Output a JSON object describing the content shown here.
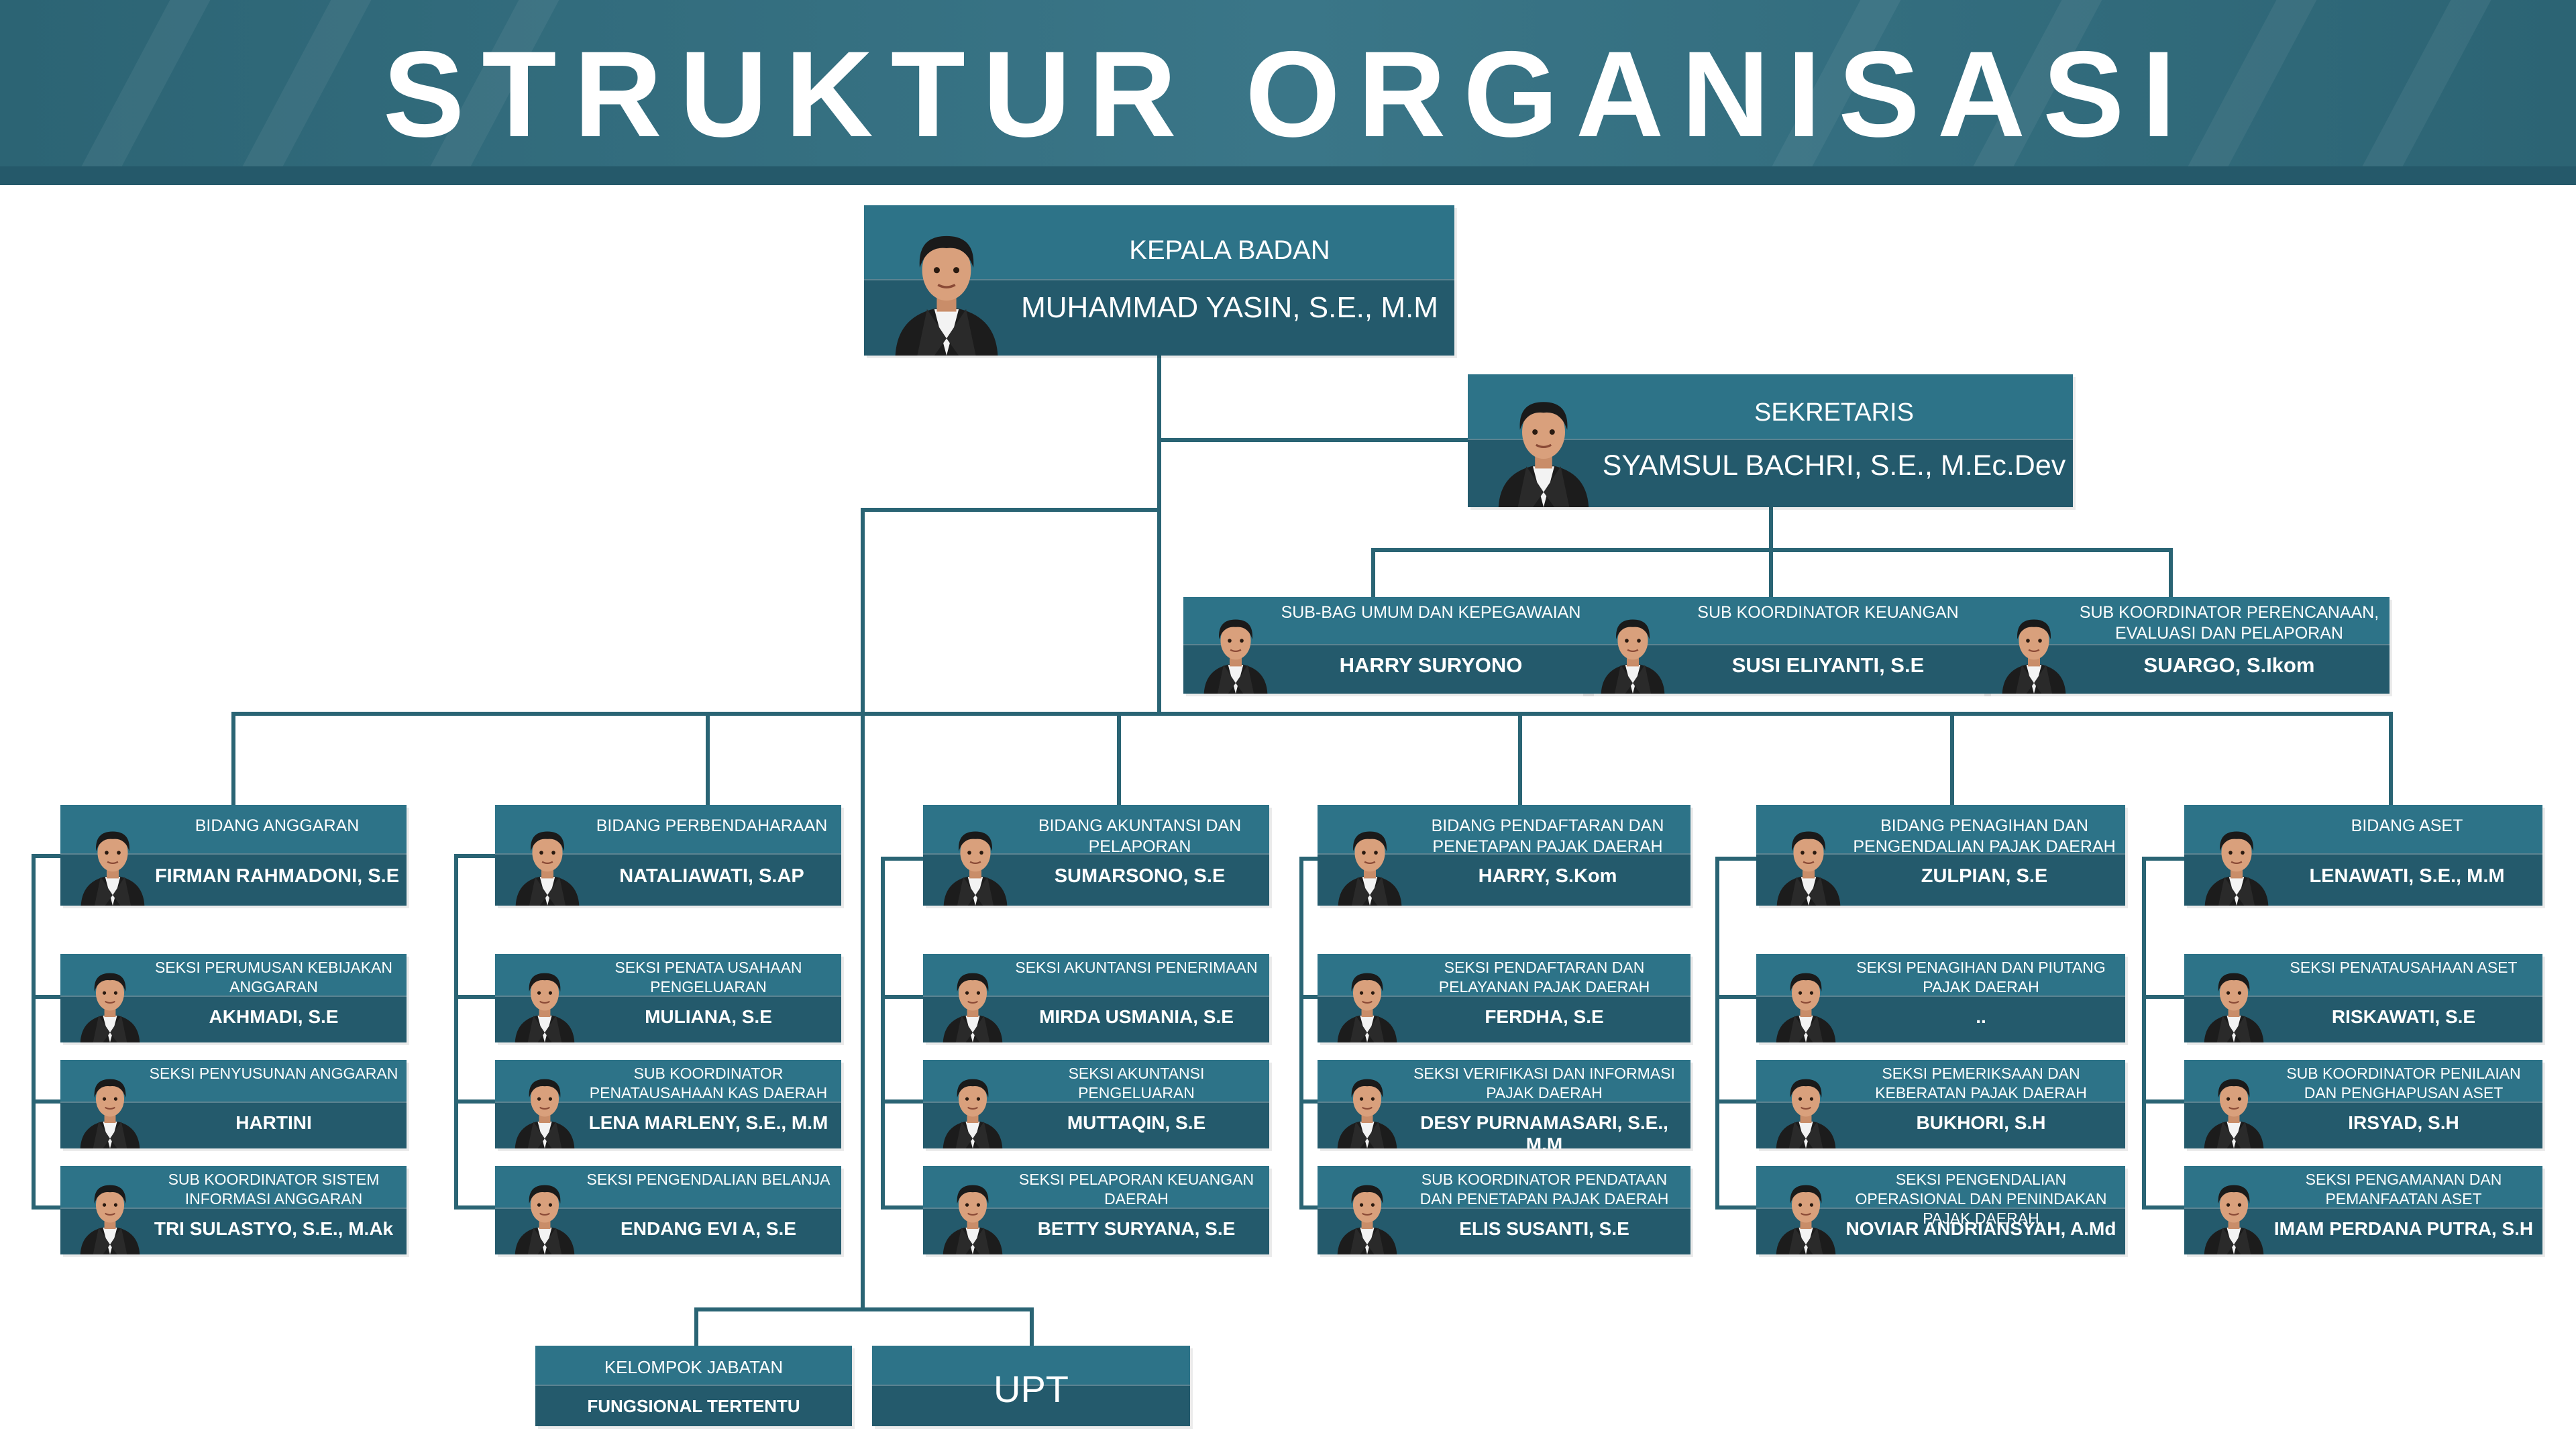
{
  "header": {
    "title": "STRUKTUR ORGANISASI"
  },
  "head": {
    "title": "KEPALA BADAN",
    "name": "MUHAMMAD YASIN, S.E., M.M"
  },
  "secretary": {
    "title": "SEKRETARIS",
    "name": "SYAMSUL BACHRI, S.E., M.Ec.Dev",
    "subunits": [
      {
        "title": "SUB-BAG UMUM DAN KEPEGAWAIAN",
        "name": "HARRY SURYONO"
      },
      {
        "title": "SUB KOORDINATOR KEUANGAN",
        "name": "SUSI ELIYANTI, S.E"
      },
      {
        "title": "SUB KOORDINATOR PERENCANAAN, EVALUASI DAN PELAPORAN",
        "name": "SUARGO, S.Ikom"
      }
    ]
  },
  "divisions": [
    {
      "title": "BIDANG ANGGARAN",
      "name": "FIRMAN RAHMADONI, S.E",
      "sections": [
        {
          "title": "SEKSI PERUMUSAN KEBIJAKAN ANGGARAN",
          "name": "AKHMADI, S.E"
        },
        {
          "title": "SEKSI PENYUSUNAN ANGGARAN",
          "name": "HARTINI"
        },
        {
          "title": "SUB KOORDINATOR SISTEM INFORMASI ANGGARAN",
          "name": "TRI SULASTYO, S.E., M.Ak"
        }
      ]
    },
    {
      "title": "BIDANG PERBENDAHARAAN",
      "name": "NATALIAWATI, S.AP",
      "sections": [
        {
          "title": "SEKSI PENATA USAHAAN PENGELUARAN",
          "name": "MULIANA, S.E"
        },
        {
          "title": "SUB KOORDINATOR PENATAUSAHAAN KAS DAERAH",
          "name": "LENA MARLENY, S.E., M.M"
        },
        {
          "title": "SEKSI PENGENDALIAN BELANJA",
          "name": "ENDANG EVI A, S.E"
        }
      ]
    },
    {
      "title": "BIDANG AKUNTANSI DAN PELAPORAN",
      "name": "SUMARSONO, S.E",
      "sections": [
        {
          "title": "SEKSI AKUNTANSI PENERIMAAN",
          "name": "MIRDA USMANIA, S.E"
        },
        {
          "title": "SEKSI AKUNTANSI PENGELUARAN",
          "name": "MUTTAQIN, S.E"
        },
        {
          "title": "SEKSI PELAPORAN KEUANGAN DAERAH",
          "name": "BETTY SURYANA, S.E"
        }
      ]
    },
    {
      "title": "BIDANG PENDAFTARAN DAN PENETAPAN PAJAK DAERAH",
      "name": "HARRY, S.Kom",
      "sections": [
        {
          "title": "SEKSI PENDAFTARAN DAN PELAYANAN PAJAK DAERAH",
          "name": "FERDHA, S.E"
        },
        {
          "title": "SEKSI VERIFIKASI DAN INFORMASI PAJAK DAERAH",
          "name": "DESY PURNAMASARI, S.E., M.M"
        },
        {
          "title": "SUB KOORDINATOR PENDATAAN DAN PENETAPAN PAJAK DAERAH",
          "name": "ELIS SUSANTI, S.E"
        }
      ]
    },
    {
      "title": "BIDANG PENAGIHAN DAN PENGENDALIAN PAJAK DAERAH",
      "name": "ZULPIAN, S.E",
      "sections": [
        {
          "title": "SEKSI PENAGIHAN DAN PIUTANG PAJAK DAERAH",
          "name": ".."
        },
        {
          "title": "SEKSI PEMERIKSAAN DAN KEBERATAN PAJAK DAERAH",
          "name": "BUKHORI, S.H"
        },
        {
          "title": "SEKSI PENGENDALIAN OPERASIONAL DAN PENINDAKAN PAJAK DAERAH",
          "name": "NOVIAR ANDRIANSYAH, A.Md"
        }
      ]
    },
    {
      "title": "BIDANG ASET",
      "name": "LENAWATI, S.E., M.M",
      "sections": [
        {
          "title": "SEKSI PENATAUSAHAAN ASET",
          "name": "RISKAWATI, S.E"
        },
        {
          "title": "SUB KOORDINATOR PENILAIAN DAN PENGHAPUSAN ASET",
          "name": "IRSYAD, S.H"
        },
        {
          "title": "SEKSI PENGAMANAN DAN PEMANFAATAN ASET",
          "name": "IMAM PERDANA PUTRA, S.H"
        }
      ]
    }
  ],
  "functional": {
    "line1": "KELOMPOK JABATAN",
    "line2": "FUNGSIONAL TERTENTU"
  },
  "upt": {
    "label": "UPT"
  },
  "colors": {
    "header_bg": "#2c6474",
    "box_top": "#2d7388",
    "box_bottom": "#245a6c",
    "connector": "#2a6474",
    "text": "#ffffff"
  },
  "icons": {
    "person": "person-avatar-icon"
  }
}
